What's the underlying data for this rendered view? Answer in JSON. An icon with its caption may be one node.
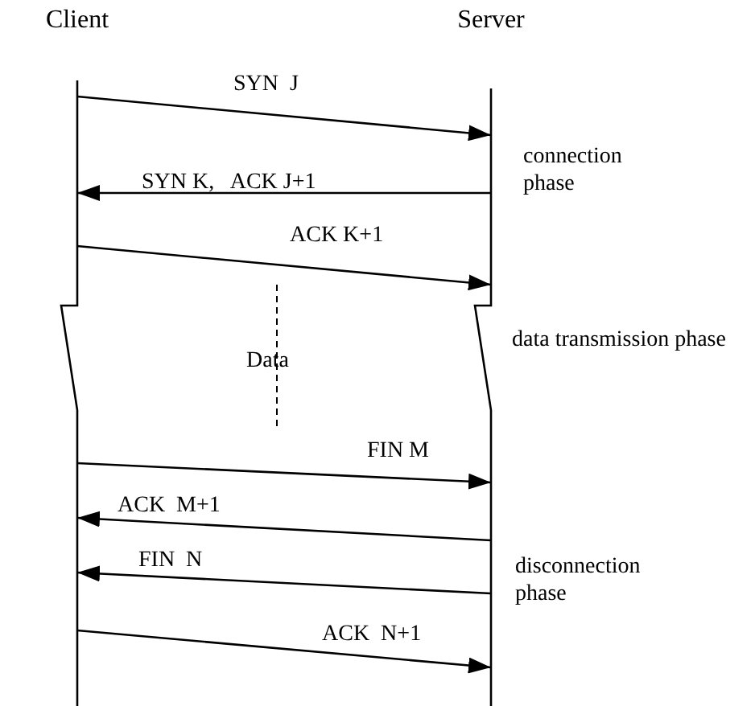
{
  "diagram": {
    "nodes": [
      {
        "text": [
          "Client"
        ]
      },
      {
        "text": [
          "Server"
        ]
      }
    ],
    "edges": [
      {
        "from": 0,
        "to": 1,
        "arrow": "to",
        "label": "SYN  J"
      },
      {
        "from": 1,
        "to": 0,
        "arrow": "to",
        "label": "SYN K,   ACK J+1"
      },
      {
        "from": 0,
        "to": 1,
        "arrow": "to",
        "label": "ACK K+1"
      },
      {
        "from": 0,
        "to": 1,
        "arrow": "to",
        "label": "FIN M"
      },
      {
        "from": 1,
        "to": 0,
        "arrow": "to",
        "label": "ACK  M+1"
      },
      {
        "from": 1,
        "to": 0,
        "arrow": "to",
        "label": "FIN  N"
      },
      {
        "from": 0,
        "to": 1,
        "arrow": "to",
        "label": "ACK  N+1"
      }
    ],
    "labels": [
      "Data",
      "connection phase",
      "data transmission phase",
      "disconnection phase"
    ]
  }
}
